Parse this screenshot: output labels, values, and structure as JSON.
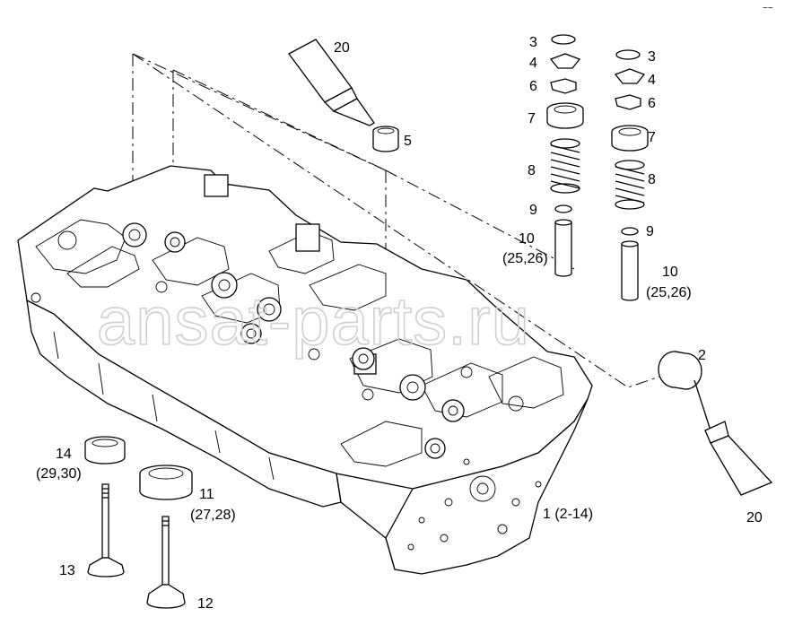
{
  "watermark": "ansat-parts.ru",
  "corner_mark": "~~",
  "callouts": {
    "sealant_top": "20",
    "sealant_bottom": "20",
    "seal_5": "5",
    "keeper_3a": "3",
    "keeper_3b": "3",
    "retainer_4a": "4",
    "retainer_4b": "4",
    "clip_6a": "6",
    "clip_6b": "6",
    "cap_7a": "7",
    "cap_7b": "7",
    "spring_8a": "8",
    "spring_8b": "8",
    "ring_9a": "9",
    "ring_9b": "9",
    "guide_10a": "10",
    "guide_10a_refs": "(25,26)",
    "guide_10b": "10",
    "guide_10b_refs": "(25,26)",
    "plug_2": "2",
    "head_1": "1 (2-14)",
    "seat_14": "14",
    "seat_14_refs": "(29,30)",
    "seat_11": "11",
    "seat_11_refs": "(27,28)",
    "valve_13": "13",
    "valve_12": "12"
  }
}
